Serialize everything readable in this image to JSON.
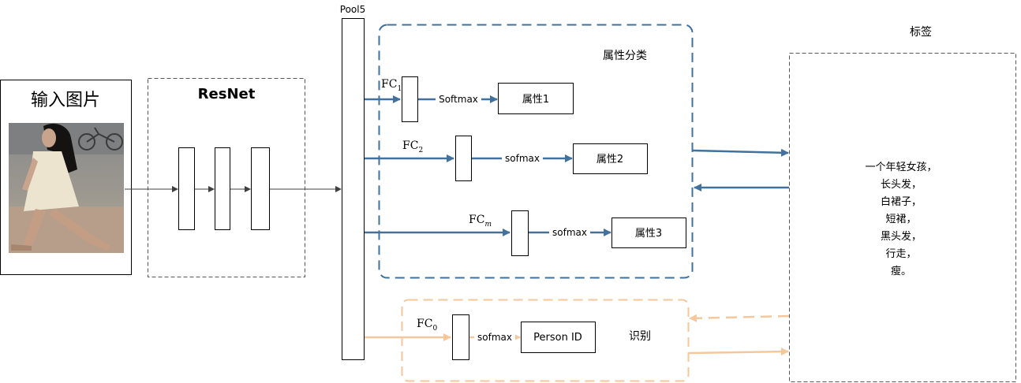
{
  "input": {
    "title": "输入图片",
    "photo_desc_icon": "pedestrian-photo"
  },
  "resnet": {
    "title": "ResNet"
  },
  "pool": {
    "label": "Pool5"
  },
  "attr_group": {
    "title": "属性分类"
  },
  "branches": [
    {
      "fc": "FC",
      "fc_sub": "1",
      "fn": "Softmax",
      "out": "属性1"
    },
    {
      "fc": "FC",
      "fc_sub": "2",
      "fn": "sofmax",
      "out": "属性2"
    },
    {
      "fc": "FC",
      "fc_sub": "m",
      "fn": "sofmax",
      "out": "属性3"
    }
  ],
  "id_branch": {
    "fc": "FC",
    "fc_sub": "0",
    "fn": "sofmax",
    "out": "Person ID",
    "title": "识别"
  },
  "labels": {
    "title": "标签",
    "lines": [
      "一个年轻女孩，",
      "长头发，",
      "白裙子，",
      "短裙，",
      "黑头发，",
      "行走，",
      "瘦。"
    ]
  },
  "colors": {
    "blue": "#41719c",
    "orange": "#f4c79d",
    "gray_line": "#404040",
    "box_border": "#000000",
    "dash_gray": "#555555"
  }
}
